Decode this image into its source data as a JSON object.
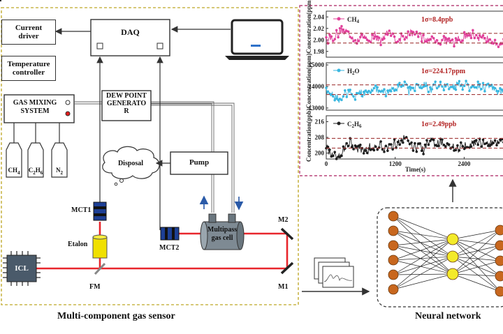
{
  "captions": {
    "left": "Multi-component gas sensor",
    "right": "Neural network"
  },
  "boxes": {
    "current_driver": "Current\ndriver",
    "temperature_controller": "Temperature\ncontroller",
    "daq": "DAQ",
    "gas_mixing": "GAS MIXING\nSYSTEM",
    "dew_point": "DEW POINT\nGENERATO\nR",
    "pump": "Pump",
    "disposal": "Disposal",
    "multipass": "Multipass\ngas cell"
  },
  "labels": {
    "ch4": "CH",
    "ch4_sub": "4",
    "c2h6": "C",
    "c2h6_sub1": "2",
    "c2h6_h": "H",
    "c2h6_sub2": "6",
    "n2": "N",
    "n2_sub": "2",
    "mct1": "MCT1",
    "mct2": "MCT2",
    "etalon": "Etalon",
    "icl": "ICL",
    "fm": "FM",
    "m1": "M1",
    "m2": "M2"
  },
  "colors": {
    "laser": "#e8262c",
    "frame": "#c9b54a",
    "plot_frame": "#b8457a",
    "dashed": "#a23b3b"
  },
  "chart_data": {
    "type": "line",
    "x_axis": {
      "label": "Time(s)",
      "ticks": [
        0,
        1200,
        2400
      ],
      "range": [
        0,
        3100
      ]
    },
    "ylabel": "Concentration(ppb)Concentration(ppm)Concentration(ppm)",
    "panels": [
      {
        "legend": "CH",
        "legend_sub": "4",
        "stat": "1σ=8.4ppb",
        "ticks": [
          2.04,
          2.02,
          2.0,
          1.98
        ],
        "range": [
          1.97,
          2.05
        ],
        "mean": 2.003,
        "band": 0.0084,
        "color": "#e0409a"
      },
      {
        "legend": "H",
        "legend_sub": "2",
        "legend_tail": "O",
        "stat": "1σ=224.17ppm",
        "ticks": [
          15000,
          14000,
          13000
        ],
        "range": [
          12900,
          15100
        ],
        "mean": 13850,
        "band": 224,
        "color": "#3ab7e0"
      },
      {
        "legend": "C",
        "legend_sub": "2",
        "legend_tail": "H",
        "legend_sub2": "6",
        "stat": "1σ=2.49ppb",
        "ticks": [
          216,
          208,
          200
        ],
        "range": [
          197,
          219
        ],
        "mean": 205,
        "band": 2.49,
        "color": "#222222"
      }
    ]
  }
}
